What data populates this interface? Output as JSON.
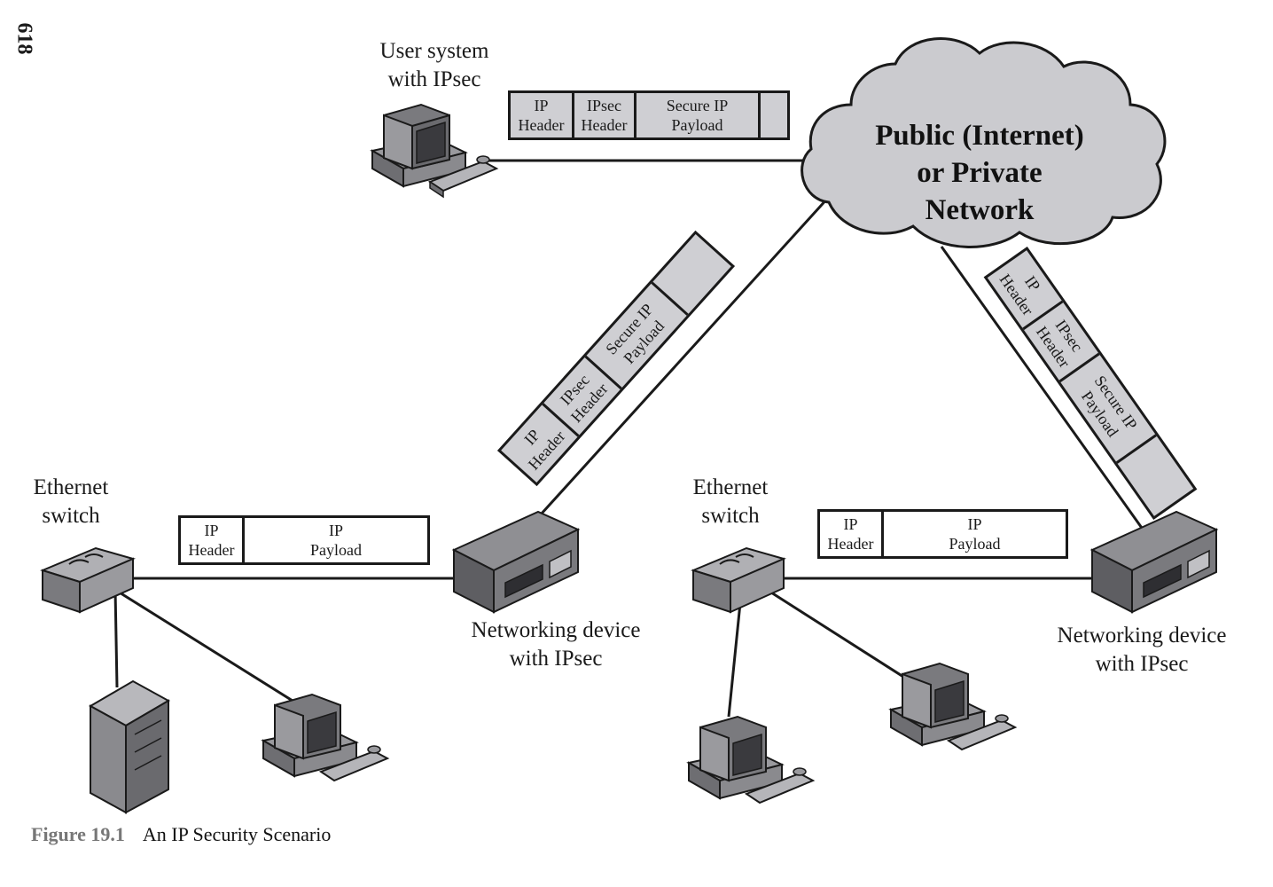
{
  "page_number": "618",
  "cloud": {
    "line1": "Public (Internet)",
    "line2": "or Private",
    "line3": "Network"
  },
  "labels": {
    "user_system_line1": "User system",
    "user_system_line2": "with IPsec",
    "switch_left_line1": "Ethernet",
    "switch_left_line2": "switch",
    "switch_right_line1": "Ethernet",
    "switch_right_line2": "switch",
    "device_left_line1": "Networking device",
    "device_left_line2": "with IPsec",
    "device_right_line1": "Networking device",
    "device_right_line2": "with IPsec"
  },
  "packets": {
    "secure": {
      "ip_header_1": "IP",
      "ip_header_2": "Header",
      "ipsec_header_1": "IPsec",
      "ipsec_header_2": "Header",
      "payload_1": "Secure IP",
      "payload_2": "Payload"
    },
    "plain": {
      "ip_header_1": "IP",
      "ip_header_2": "Header",
      "payload_1": "IP",
      "payload_2": "Payload"
    }
  },
  "caption": {
    "figure": "Figure 19.1",
    "title": "An IP Security Scenario"
  },
  "colors": {
    "encrypted_fill": "#cfcfd3",
    "cloud_fill": "#cbcbcf",
    "device_fill": "#8a8a8e",
    "line": "#1a1a1a"
  }
}
